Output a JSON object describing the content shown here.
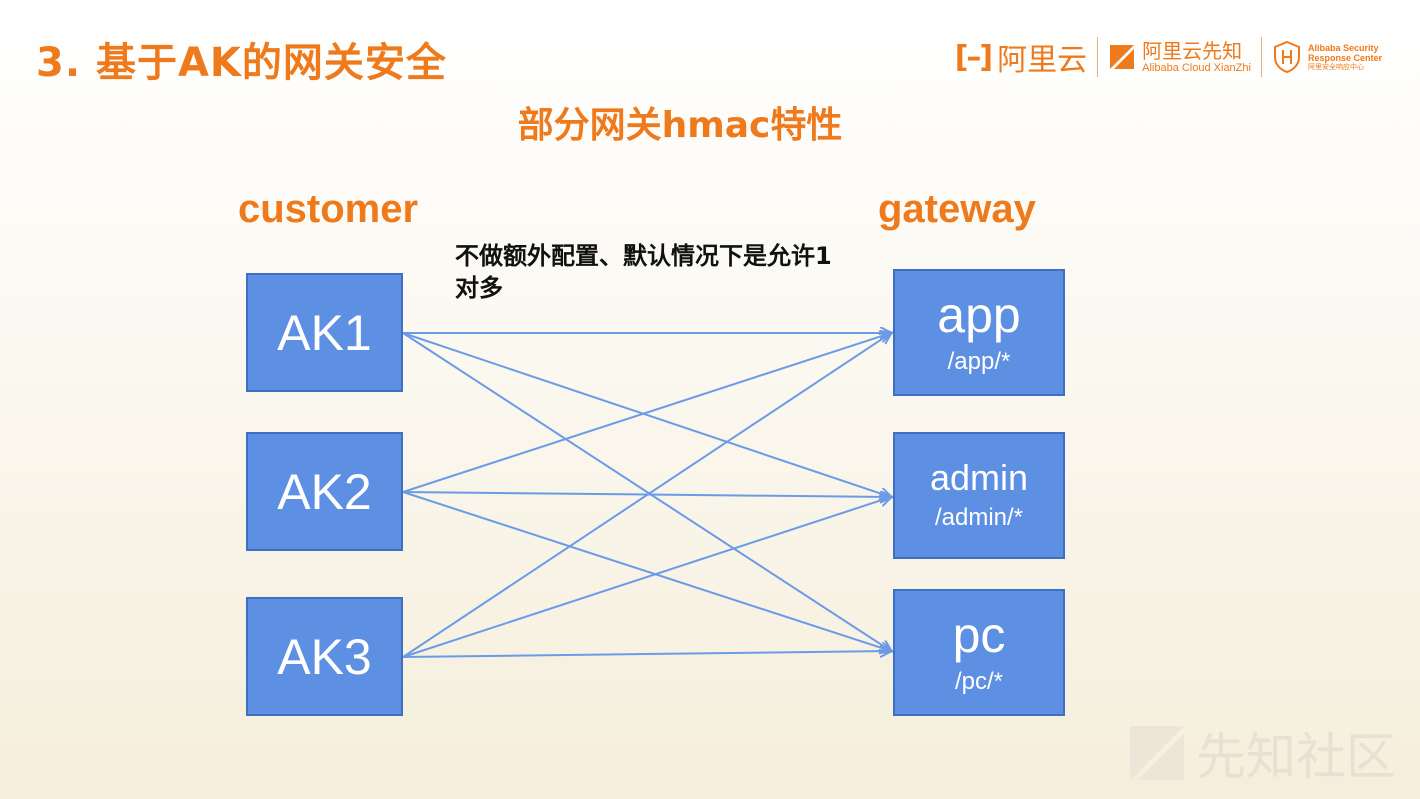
{
  "title": "3. 基于AK的网关安全",
  "subtitle": "部分网关hmac特性",
  "logos": {
    "aliyun": "阿里云",
    "xianzhi_cn": "阿里云先知",
    "xianzhi_en": "Alibaba Cloud XianZhi",
    "asrc_en_1": "Alibaba Security",
    "asrc_en_2": "Response Center",
    "asrc_cn": "阿里安全响应中心"
  },
  "labels": {
    "customer": "customer",
    "gateway": "gateway"
  },
  "note": "不做额外配置、默认情况下是允许1对多",
  "customers": [
    {
      "label": "AK1"
    },
    {
      "label": "AK2"
    },
    {
      "label": "AK3"
    }
  ],
  "gateways": [
    {
      "name": "app",
      "path": "/app/*"
    },
    {
      "name": "admin",
      "path": "/admin/*"
    },
    {
      "name": "pc",
      "path": "/pc/*"
    }
  ],
  "connections": [
    [
      "AK1",
      "app"
    ],
    [
      "AK1",
      "admin"
    ],
    [
      "AK1",
      "pc"
    ],
    [
      "AK2",
      "app"
    ],
    [
      "AK2",
      "admin"
    ],
    [
      "AK2",
      "pc"
    ],
    [
      "AK3",
      "app"
    ],
    [
      "AK3",
      "admin"
    ],
    [
      "AK3",
      "pc"
    ]
  ],
  "colors": {
    "accent": "#ee7a1c",
    "box": "#5d8fe2",
    "line": "#6b9be6"
  },
  "watermark": "先知社区"
}
